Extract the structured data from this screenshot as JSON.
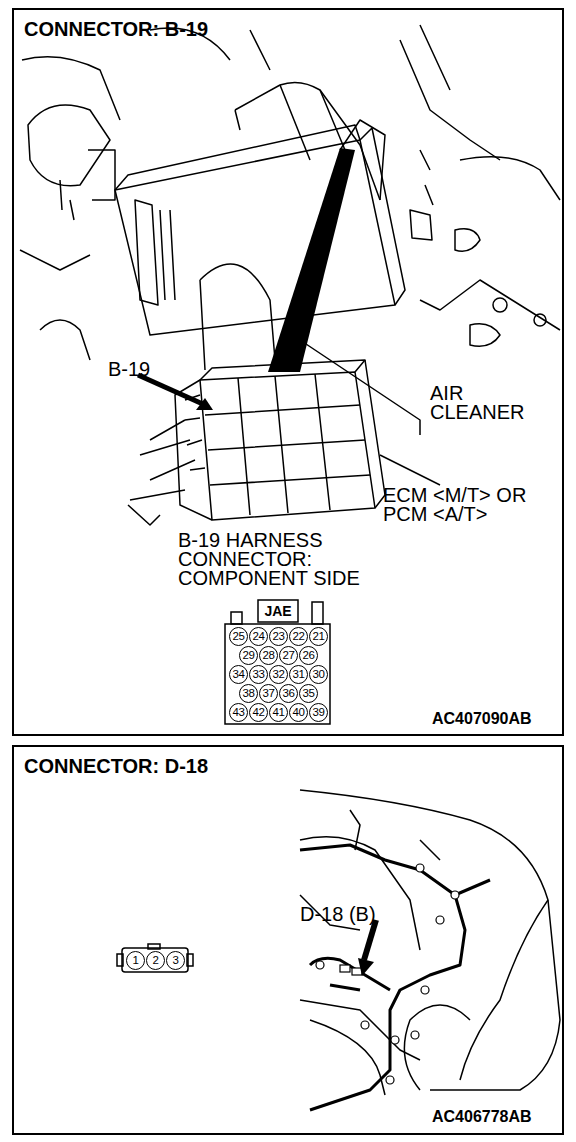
{
  "diagram": {
    "nodes": [
      {
        "text": [
          "CONNECTOR: B-19"
        ]
      },
      {
        "text": [
          "CONNECTOR: D-18"
        ]
      }
    ],
    "labels": [
      "B-19",
      "AIR CLEANER",
      "ECM <M/T> OR PCM <A/T>",
      "B-19 HARNESS CONNECTOR: COMPONENT SIDE",
      "JAE",
      "25",
      "24",
      "23",
      "22",
      "21",
      "29",
      "28",
      "27",
      "26",
      "34",
      "33",
      "32",
      "31",
      "30",
      "38",
      "37",
      "36",
      "35",
      "43",
      "42",
      "41",
      "40",
      "39",
      "AC407090AB",
      "1",
      "2",
      "3",
      "D-18 (B)",
      "AC406778AB"
    ]
  }
}
